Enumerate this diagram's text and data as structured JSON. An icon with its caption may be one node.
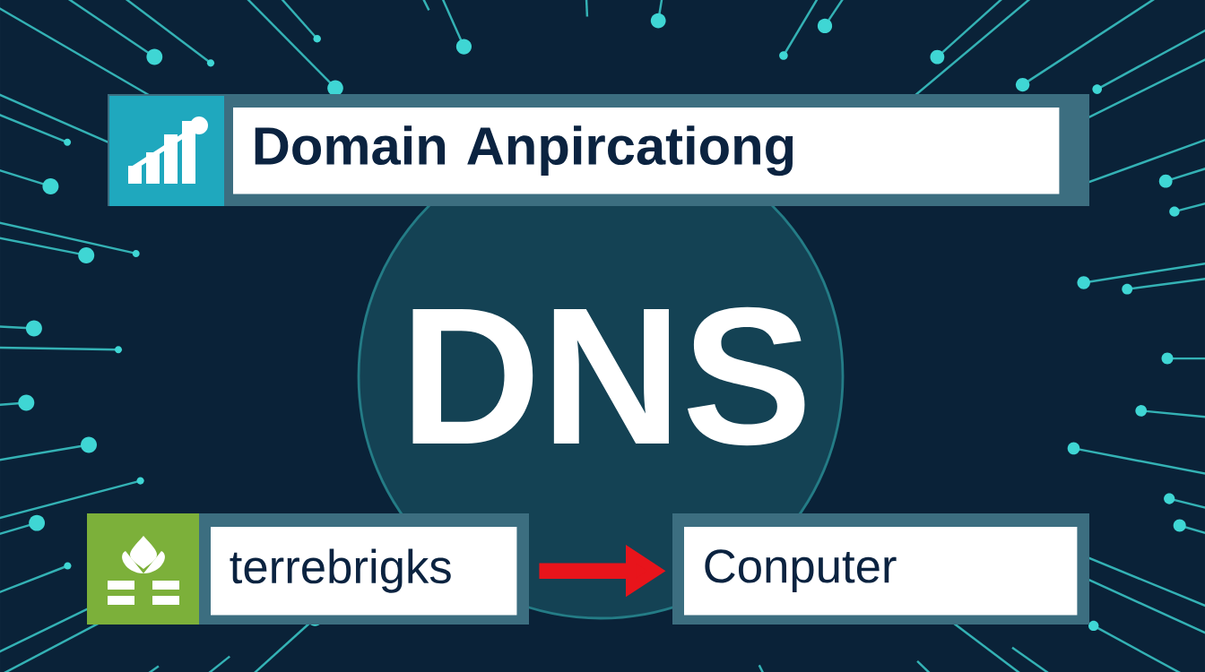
{
  "diagram": {
    "nodes": [
      {
        "text": [
          "Domain Anpircationg"
        ]
      },
      {
        "text": [
          "terrebrigks"
        ]
      },
      {
        "text": [
          "Conputer"
        ]
      }
    ],
    "edges": [
      {
        "from": 1,
        "to": 2,
        "arrow": "to",
        "color": "#e8141b"
      }
    ],
    "labels": [
      "DNS"
    ]
  }
}
